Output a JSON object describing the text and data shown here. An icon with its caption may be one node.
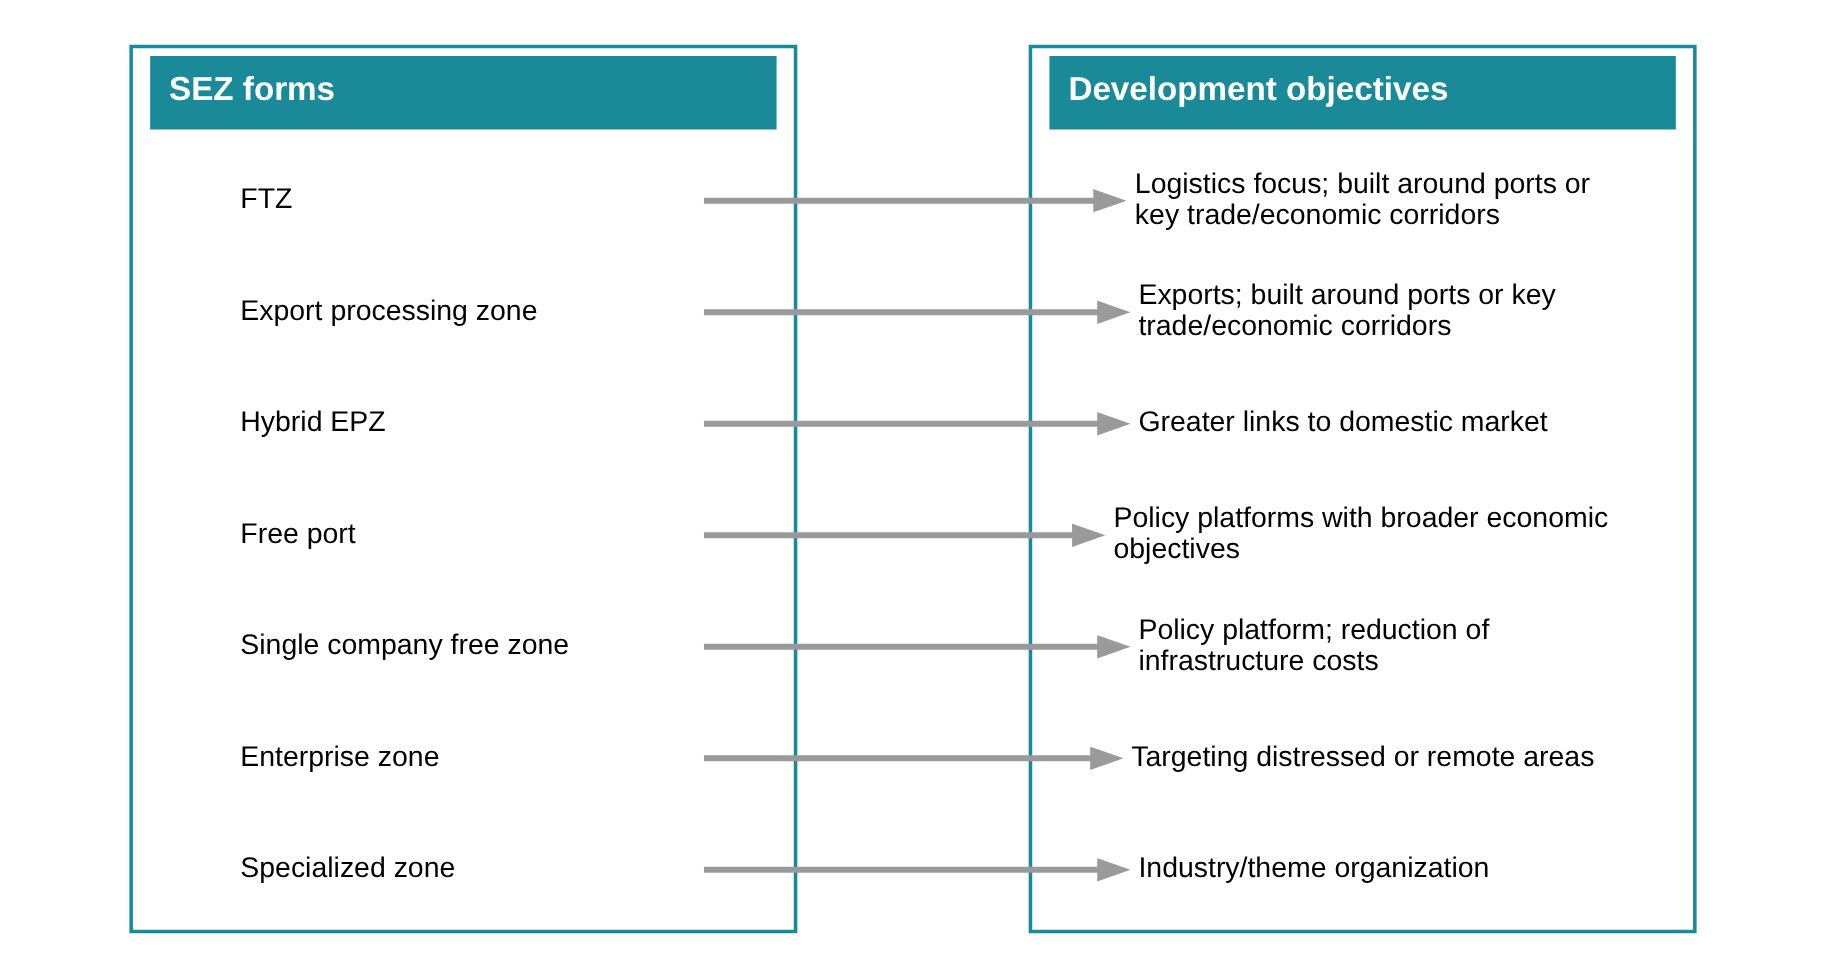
{
  "diagram": {
    "nodes": [
      {
        "text": [
          "SEZ forms"
        ]
      },
      {
        "text": [
          "FTZ"
        ],
        "in": 0
      },
      {
        "text": [
          "Export processing zone"
        ],
        "in": 0
      },
      {
        "text": [
          "Hybrid EPZ"
        ],
        "in": 0
      },
      {
        "text": [
          "Free port"
        ],
        "in": 0
      },
      {
        "text": [
          "Single company free zone"
        ],
        "in": 0
      },
      {
        "text": [
          "Enterprise zone"
        ],
        "in": 0
      },
      {
        "text": [
          "Specialized zone"
        ],
        "in": 0
      },
      {
        "text": [
          "Development objectives"
        ]
      },
      {
        "text": [
          "Logistics focus; built around ports or key trade/economic corridors"
        ],
        "in": 8
      },
      {
        "text": [
          "Exports; built around ports or key trade/economic corridors"
        ],
        "in": 8
      },
      {
        "text": [
          "Greater links to domestic market"
        ],
        "in": 8
      },
      {
        "text": [
          "Policy platforms with broader economic objectives"
        ],
        "in": 8
      },
      {
        "text": [
          "Policy platform; reduction of infrastructure costs"
        ],
        "in": 8
      },
      {
        "text": [
          "Targeting distressed or remote areas"
        ],
        "in": 8
      },
      {
        "text": [
          "Industry/theme organization"
        ],
        "in": 8
      }
    ],
    "edges": [
      {
        "from": 1,
        "to": 9,
        "arrow": "to"
      },
      {
        "from": 2,
        "to": 10,
        "arrow": "to"
      },
      {
        "from": 3,
        "to": 11,
        "arrow": "to"
      },
      {
        "from": 4,
        "to": 12,
        "arrow": "to"
      },
      {
        "from": 5,
        "to": 13,
        "arrow": "to"
      },
      {
        "from": 6,
        "to": 14,
        "arrow": "to"
      },
      {
        "from": 7,
        "to": 15,
        "arrow": "to"
      }
    ]
  }
}
